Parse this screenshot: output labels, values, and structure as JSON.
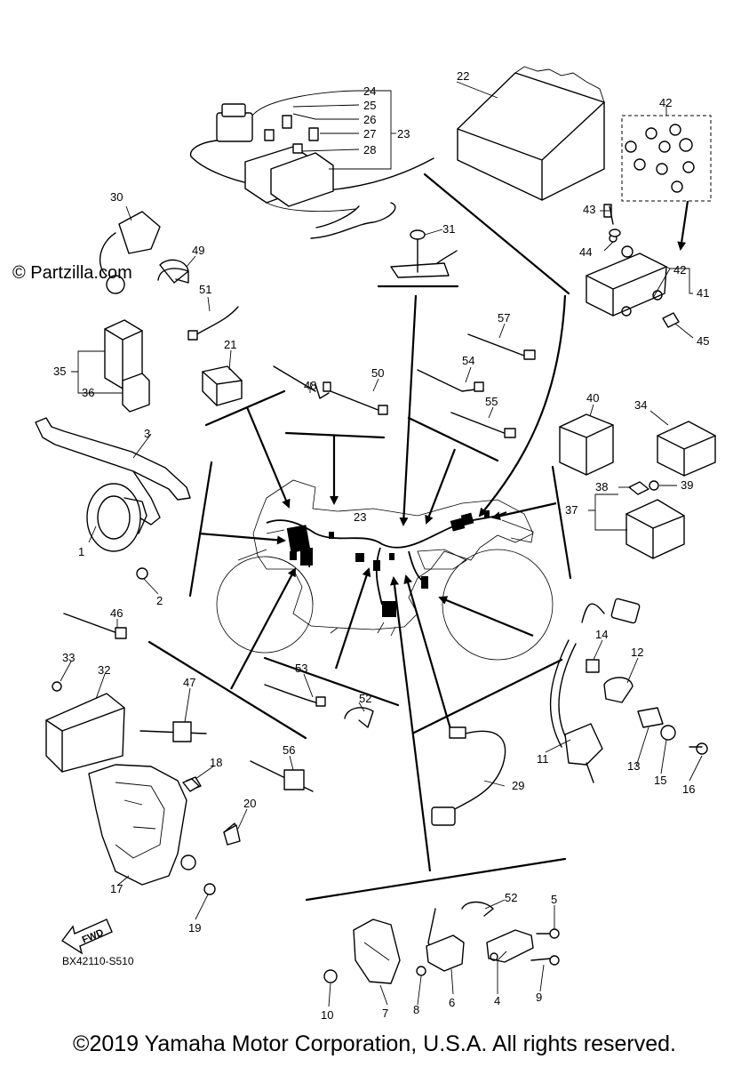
{
  "watermark": "© Partzilla.com",
  "drawing_code": "BX42110-S510",
  "copyright": "©2019 Yamaha Motor Corporation, U.S.A. All rights reserved.",
  "fwd_label": "FWD",
  "part_labels": [
    "1",
    "2",
    "3",
    "4",
    "5",
    "6",
    "7",
    "8",
    "9",
    "10",
    "11",
    "12",
    "13",
    "14",
    "15",
    "16",
    "17",
    "18",
    "19",
    "20",
    "21",
    "22",
    "23",
    "24",
    "25",
    "26",
    "27",
    "28",
    "29",
    "30",
    "31",
    "32",
    "33",
    "34",
    "35",
    "36",
    "37",
    "38",
    "39",
    "40",
    "41",
    "42",
    "43",
    "44",
    "45",
    "46",
    "47",
    "48",
    "49",
    "50",
    "51",
    "52",
    "53",
    "54",
    "55",
    "56",
    "57"
  ]
}
